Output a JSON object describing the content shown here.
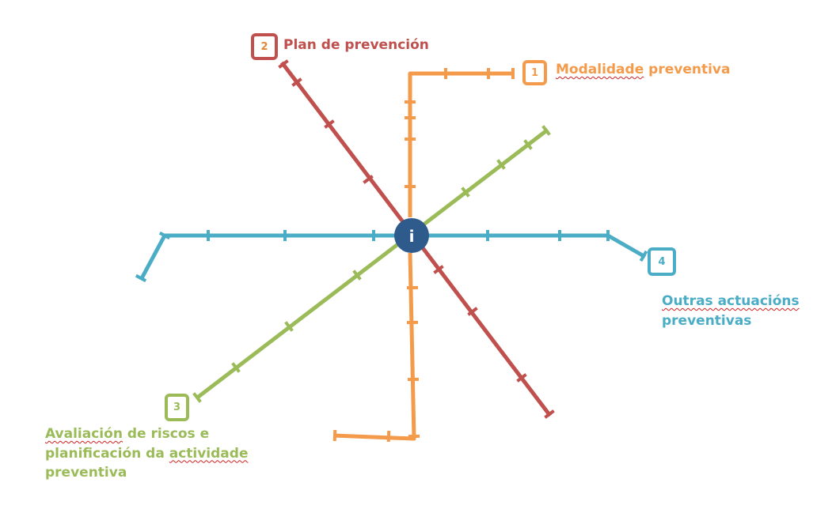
{
  "center": {
    "label": "i",
    "color": "#2e5a8c"
  },
  "lines": [
    {
      "id": "line-1",
      "number": "1",
      "color": "#f39a4b",
      "label_lines": [
        [
          {
            "text": "Modalidade",
            "squiggle": true
          },
          {
            "text": " preventiva"
          }
        ]
      ]
    },
    {
      "id": "line-2",
      "number": "2",
      "color": "#c0504d",
      "number_color": "#e0873a",
      "label_lines": [
        [
          {
            "text": "Plan de prevención"
          }
        ]
      ]
    },
    {
      "id": "line-3",
      "number": "3",
      "color": "#9bbb59",
      "label_lines": [
        [
          {
            "text": "Avaliación",
            "squiggle": true
          },
          {
            "text": " de riscos e"
          }
        ],
        [
          {
            "text": "planificación da "
          },
          {
            "text": "actividade",
            "squiggle": true
          }
        ],
        [
          {
            "text": "preventiva"
          }
        ]
      ]
    },
    {
      "id": "line-4",
      "number": "4",
      "color": "#4bacc6",
      "label_lines": [
        [
          {
            "text": "Outras actuacións",
            "squiggle": true
          }
        ],
        [
          {
            "text": "preventivas"
          }
        ]
      ]
    }
  ]
}
